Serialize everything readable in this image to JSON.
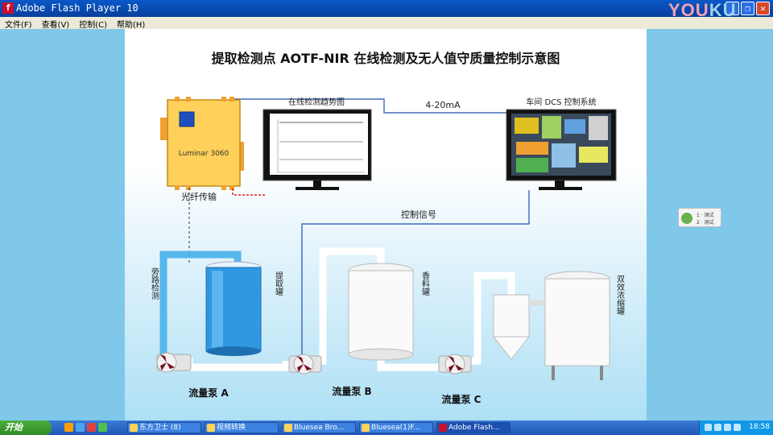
{
  "window": {
    "title": "Adobe Flash Player 10",
    "app_icon": "f",
    "buttons": [
      "_",
      "❐",
      "✕"
    ]
  },
  "menu": [
    "文件(F)",
    "查看(V)",
    "控制(C)",
    "帮助(H)"
  ],
  "watermark": {
    "you": "YOU",
    "ku": "KU"
  },
  "diagram": {
    "title": "提取检测点 AOTF-NIR 在线检测及无人值守质量控制示意图",
    "analyzer_label": "Luminar 3060",
    "trend_monitor_label": "在线检测趋势图",
    "signal_label": "4-20mA",
    "dcs_label": "车间 DCS 控制系统",
    "control_signal_label": "控制信号",
    "fiber_label": "光纤传输",
    "bypass_label": "旁路检测",
    "tank_extract_label": "提取罐",
    "tank_mix_label": "香料罐",
    "tank_concentrate_label": "双效浓缩罐",
    "pump_a_label": "流量泵 A",
    "pump_b_label": "流量泵 B",
    "pump_c_label": "流量泵 C"
  },
  "side_widget": {
    "line1": "1 ·  测试",
    "line2": "2 ·  测试"
  },
  "taskbar": {
    "start_label": "开始",
    "tasks": [
      {
        "label": "东方卫士 (8)"
      },
      {
        "label": "视频转换"
      },
      {
        "label": "Bluesea Bro..."
      },
      {
        "label": "Bluesea(1)F..."
      },
      {
        "label": "Adobe Flash..."
      }
    ],
    "clock": "18:58"
  },
  "colors": {
    "titlebar": "#0a58c8",
    "stage_bg": "#7fc8ea",
    "analyzer": "#ffd05a",
    "pipe": "#ffffff",
    "bypass_pipe": "#55b7ec",
    "signal_line": "#1d4fb0"
  }
}
